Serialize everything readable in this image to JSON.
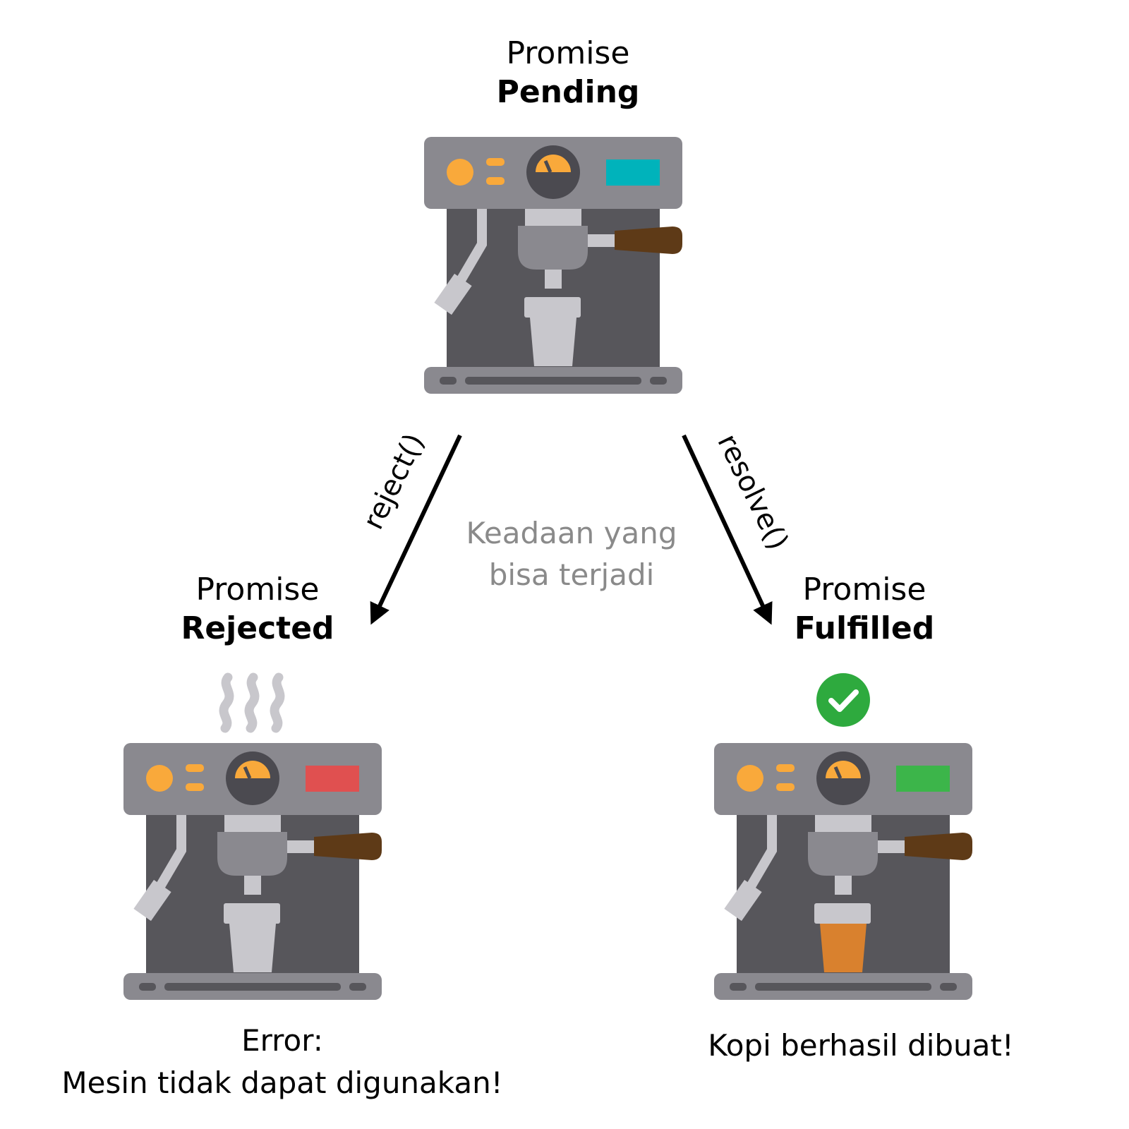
{
  "pending": {
    "line1": "Promise",
    "line2": "Pending"
  },
  "rejected": {
    "line1": "Promise",
    "line2": "Rejected"
  },
  "fulfilled": {
    "line1": "Promise",
    "line2": "Fulfilled"
  },
  "arrows": {
    "reject_label": "reject()",
    "resolve_label": "resolve()"
  },
  "possible_states": {
    "line1": "Keadaan yang",
    "line2": "bisa terjadi"
  },
  "rejected_caption": {
    "line1": "Error:",
    "line2": "Mesin tidak dapat digunakan!"
  },
  "fulfilled_caption": {
    "line1": "Kopi berhasil dibuat!"
  },
  "colors": {
    "machine_top": "#8a898f",
    "machine_body": "#57565b",
    "orange": "#f9a93b",
    "handle": "#5e3a17",
    "display_pending": "#00b3bb",
    "display_rejected": "#e05050",
    "display_fulfilled": "#3cb54a",
    "cup_empty": "#c8c7cc",
    "cup_full": "#d9812e",
    "check_green": "#2eaa3e",
    "steam": "#c8c7cc",
    "muted_text": "#8a8a8a"
  },
  "icons": {
    "steam": "steam-icon",
    "check": "checkmark-circle-icon",
    "machine": "coffee-machine-icon"
  }
}
